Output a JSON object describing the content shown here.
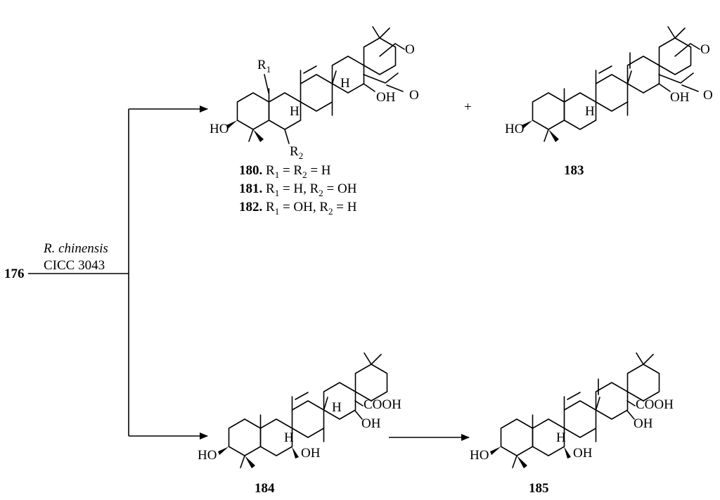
{
  "start": {
    "id": "176"
  },
  "reagent": {
    "organism": "R. chinensis",
    "strain": "CICC 3043"
  },
  "plus": "+",
  "top_left": {
    "r1": "R",
    "r1_sub": "1",
    "r2": "R",
    "r2_sub": "2",
    "ho": "HO",
    "oh": "OH",
    "h1": "H",
    "h2": "H",
    "o_ring": "O",
    "o_carbonyl": "O",
    "entries": [
      {
        "id": "180.",
        "a": " R",
        "a_sub": "1",
        "b": " = R",
        "b_sub": "2",
        "c": " = H"
      },
      {
        "id": "181.",
        "a": " R",
        "a_sub": "1",
        "b": " = H, R",
        "b_sub": "2",
        "c": " = OH"
      },
      {
        "id": "182.",
        "a": " R",
        "a_sub": "1",
        "b": " = OH, R",
        "b_sub": "2",
        "c": " = H"
      }
    ]
  },
  "top_right": {
    "id": "183",
    "ho": "HO",
    "oh": "OH",
    "h": "H",
    "o_ring": "O",
    "o_carbonyl": "O"
  },
  "bottom_left": {
    "id": "184",
    "ho": "HO",
    "oh1": "OH",
    "oh2": "OH",
    "cooh": "COOH",
    "h1": "H",
    "h2": "H"
  },
  "bottom_right": {
    "id": "185",
    "ho": "HO",
    "oh1": "OH",
    "oh2": "OH",
    "cooh": "COOH",
    "h": "H"
  }
}
